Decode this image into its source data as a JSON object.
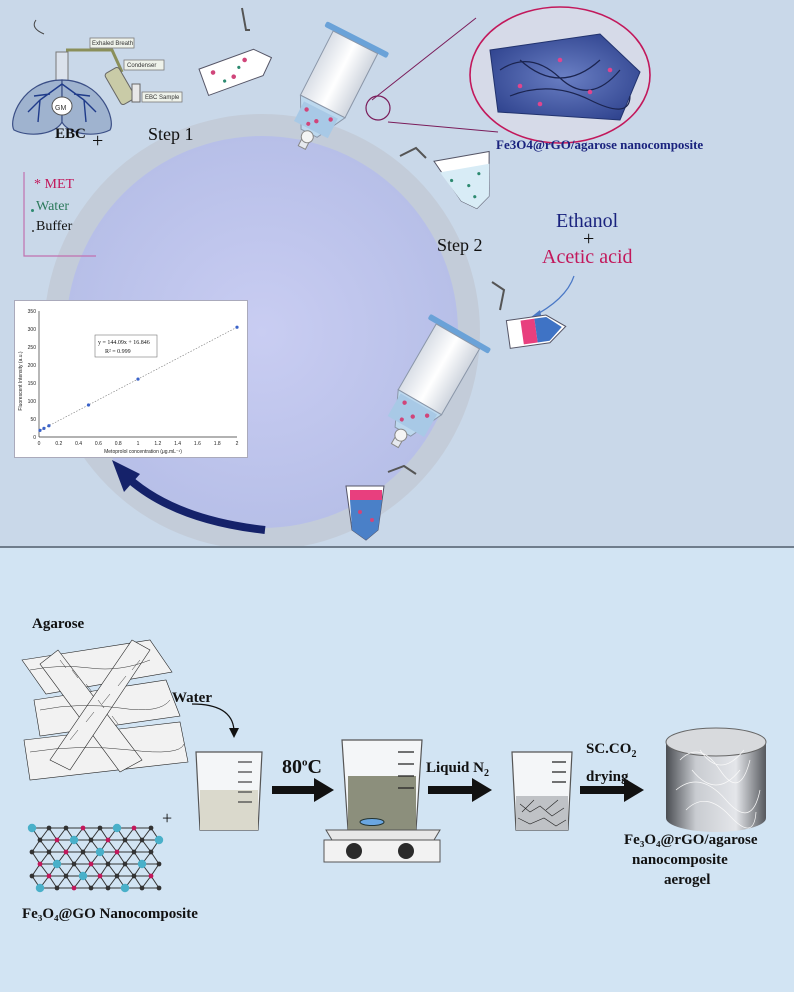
{
  "top": {
    "ebc_label": "EBC",
    "step1": "Step 1",
    "step2": "Step 2",
    "plus": "+",
    "legend": {
      "met": "* MET",
      "water": "Water",
      "buffer": "Buffer"
    },
    "nanocomposite": "Fe3O4@rGO/agarose nanocomposite",
    "ethanol": "Ethanol",
    "plus2": "+",
    "acetic": "Acetic acid",
    "lung": {
      "exhaled": "Exhaled Breath",
      "condenser": "Condenser",
      "ebc_sample": "EBC Sample",
      "gm": "GM"
    }
  },
  "calibration": {
    "equation": "y = 144.09x + 16.846",
    "r2": "R² = 0.999",
    "ylabel": "Fluorescent Intensity (a.u.)",
    "xlabel": "Metoprolol concentration (μg.mL⁻¹)",
    "yticks": [
      "0",
      "50",
      "100",
      "150",
      "200",
      "250",
      "300",
      "350"
    ],
    "xticks": [
      "0",
      "0.2",
      "0.4",
      "0.6",
      "0.8",
      "1",
      "1.2",
      "1.4",
      "1.6",
      "1.8",
      "2"
    ]
  },
  "chart_data": {
    "type": "scatter",
    "x": [
      0.01,
      0.05,
      0.1,
      0.5,
      1,
      2
    ],
    "y": [
      18.3,
      24.0,
      31.3,
      88.9,
      160.9,
      305.0
    ],
    "xlim": [
      0,
      2
    ],
    "ylim": [
      0,
      350
    ],
    "trendline": {
      "slope": 144.09,
      "intercept": 16.846
    }
  },
  "bottom": {
    "agarose": "Agarose",
    "water": "Water",
    "plus": "+",
    "temp_main": "80",
    "temp_sup": "o",
    "temp_unit": "C",
    "liquid_n": "Liquid N",
    "liquid_sub": "2",
    "sc_line1": "SC.CO",
    "sc_sub": "2",
    "sc_line2": "drying",
    "fe3o4go": "Fe₃O₄@GO Nanocomposite",
    "aerogel_l1": "Fe₃O₄@rGO/agarose",
    "aerogel_l2": "nanocomposite",
    "aerogel_l3": "aerogel"
  }
}
